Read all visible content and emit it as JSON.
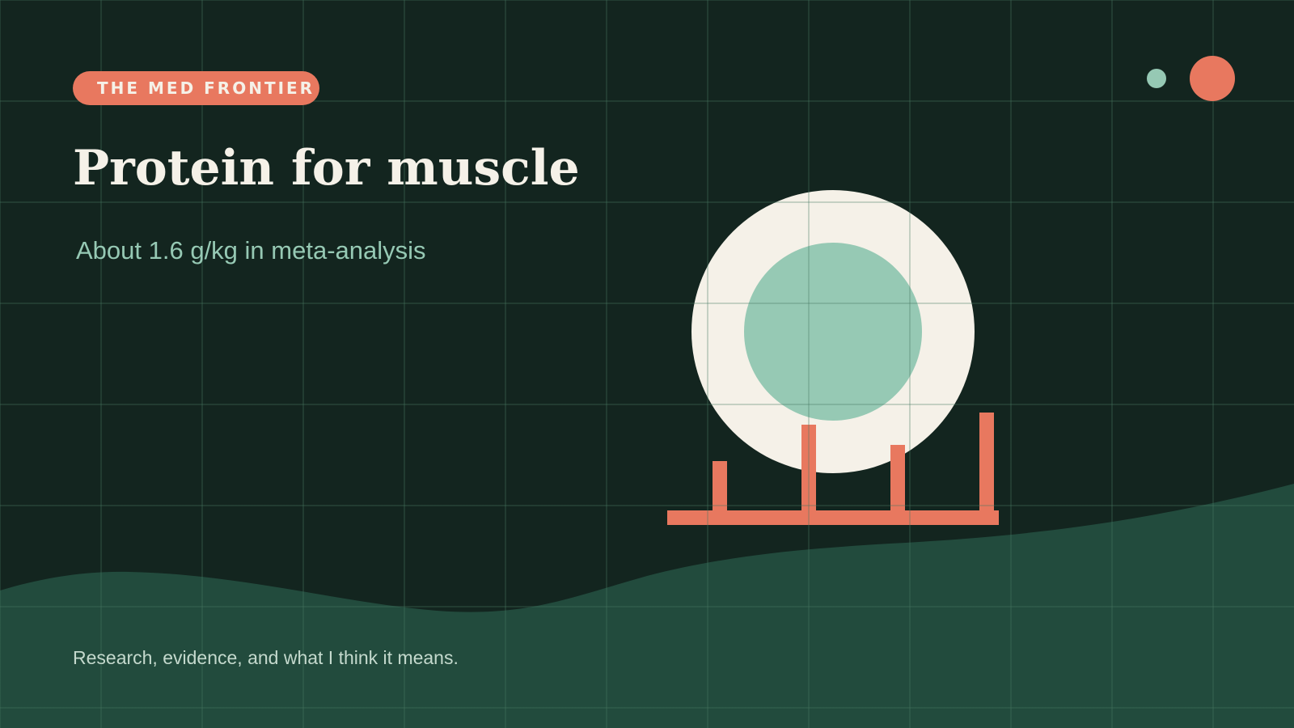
{
  "slide": {
    "badge": "THE MED FRONTIER",
    "title": "Protein for muscle",
    "subtitle": "About 1.6 g/kg in meta-analysis",
    "footer": "Research, evidence, and what I think it means."
  },
  "decorations": {
    "dot_small_color": "#96c9b4",
    "dot_large_color": "#e8785f"
  },
  "illustration": {
    "plate_color": "#f5f1e8",
    "food_color": "#96c9b4",
    "bars_color": "#e8785f"
  },
  "colors": {
    "background": "#13251f",
    "wave": "#224b3d",
    "accent": "#e8785f",
    "mint": "#96c9b4",
    "cream": "#f5f1e8"
  }
}
